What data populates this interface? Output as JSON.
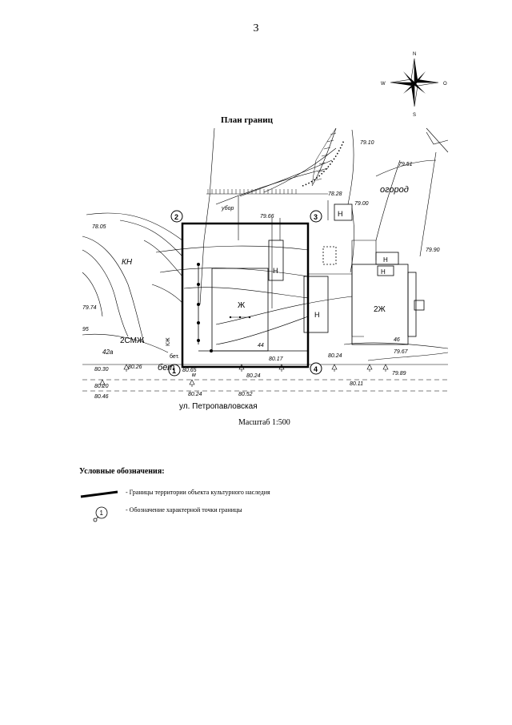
{
  "page": {
    "number": "3"
  },
  "compass": {
    "north": "N",
    "south": "S",
    "west": "W",
    "east": "O"
  },
  "plan": {
    "title": "План границ",
    "scale": "Масштаб 1:500",
    "street": "ул. Петропавловская",
    "points": [
      "1",
      "2",
      "3",
      "4"
    ],
    "buildings": {
      "main": "Ж",
      "neighbor_2zh": "2Ж",
      "neighbor_2smzh": "2СМЖ",
      "kn": "КН",
      "h1": "Н",
      "h2": "Н",
      "h3": "Н",
      "h4": "Н",
      "h5": "Н",
      "ogorod": "огород",
      "ubor": "убор",
      "bet": "бет",
      "bet_small": "бет.",
      "kirp": "КЖ",
      "m": "м",
      "n44": "44",
      "n46": "46",
      "n42": "42а"
    },
    "elevations": {
      "e1": "79.10",
      "e2": "79.51",
      "e3": "78.28",
      "e4": "79.00",
      "e5": "79.66",
      "e6": "78.05",
      "e7": "79.90",
      "e8": "79.74",
      "e9": "80.17",
      "e10": "80.24",
      "e11": "79.67",
      "e12": "80.65",
      "e13": "80.24",
      "e14": "80.30",
      "e15": "80.26",
      "e16": "80.20",
      "e17": "80.46",
      "e18": "80.24",
      "e19": "80.52",
      "e20": "80.11",
      "e21": "79.89",
      "e22": "95"
    }
  },
  "legend": {
    "title": "Условные обозначения:",
    "items": [
      {
        "symbol": "boundary-line",
        "text": "- Границы территории объекта культурного наследия"
      },
      {
        "symbol": "point-marker",
        "label": "1",
        "text": "- Обозначение характерной точки границы"
      }
    ]
  }
}
